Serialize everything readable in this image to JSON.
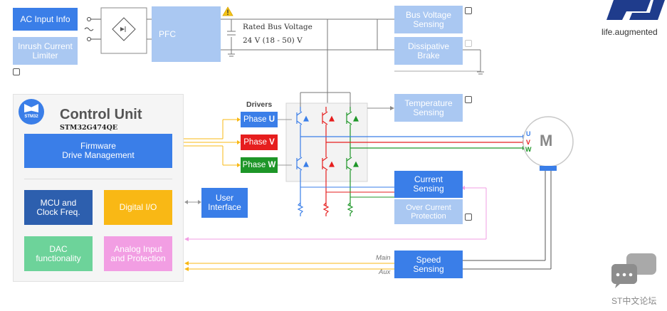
{
  "blocks": {
    "ac_input": "AC Input Info",
    "inrush": "Inrush Current\nLimiter",
    "pfc": "PFC",
    "bus_voltage_sensing": "Bus Voltage\nSensing",
    "dissipative_brake": "Dissipative\nBrake",
    "temperature_sensing": "Temperature\nSensing",
    "user_interface": "User\nInterface",
    "current_sensing": "Current\nSensing",
    "over_current_protection": "Over Current\nProtection",
    "speed_sensing": "Speed\nSensing"
  },
  "bus": {
    "title": "Rated Bus Voltage",
    "value": "24 V (18 - 50) V"
  },
  "control_unit": {
    "title": "Control Unit",
    "part_number": "STM32G474QE",
    "chip_label": "STM32",
    "firmware": "Firmware\nDrive Management",
    "mcu": "MCU and\nClock Freq.",
    "digital_io": "Digital I/O",
    "dac": "DAC\nfunctionality",
    "analog_input": "Analog Input\nand Protection"
  },
  "drivers": {
    "title": "Drivers",
    "phases": [
      {
        "prefix": "Phase ",
        "letter": "U",
        "color": "#3a7ee8"
      },
      {
        "prefix": "Phase ",
        "letter": "V",
        "color": "#e61e1e"
      },
      {
        "prefix": "Phase ",
        "letter": "W",
        "color": "#1e9628"
      }
    ]
  },
  "motor": {
    "label": "M",
    "phase_labels": [
      "U",
      "V",
      "W"
    ]
  },
  "speed_lines": {
    "main": "Main",
    "aux": "Aux"
  },
  "brand": {
    "tagline": "life.augmented",
    "logo_text": "ST"
  },
  "forum": {
    "label": "ST中文论坛"
  },
  "colors": {
    "block_blue": "#3a7ee8",
    "phase_u": "#3a7ee8",
    "phase_v": "#e61e1e",
    "phase_w": "#1e9628",
    "signal_orange": "#f9b815",
    "signal_pink": "#f29ee3",
    "warning": "#f5c518"
  }
}
